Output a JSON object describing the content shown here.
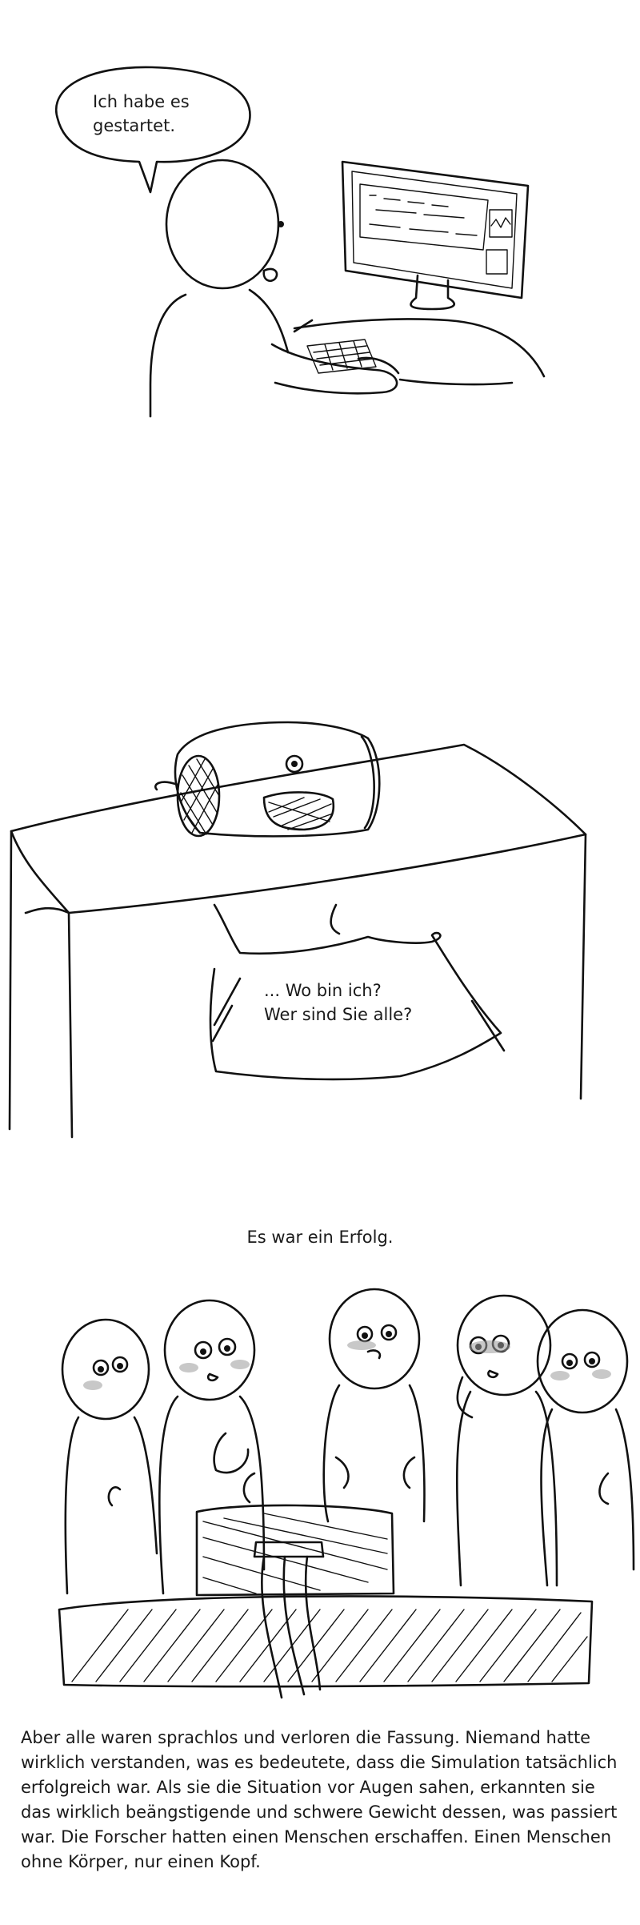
{
  "panel1": {
    "speech_bubble": "Ich habe es\ngestartet."
  },
  "panel2": {
    "speech_text": "... Wo bin ich?\nWer sind Sie alle?"
  },
  "panel3": {
    "caption_top": "Es war ein Erfolg.",
    "caption_bottom": "Aber alle waren sprachlos und verloren die Fassung. Niemand hatte wirklich verstanden, was es bedeutete, dass die Simulation tatsächlich erfolgreich war. Als sie die Situation vor Augen sahen, erkannten sie das wirklich beängstigende und schwere Gewicht dessen, was passiert war. Die Forscher hatten einen Menschen erschaffen. Einen Menschen ohne Körper, nur einen Kopf."
  }
}
